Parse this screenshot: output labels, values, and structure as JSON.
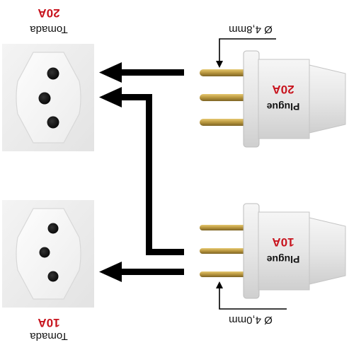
{
  "socket_top": {
    "rating": "20A",
    "name": "Tomada"
  },
  "socket_bottom": {
    "rating": "10A",
    "name": "Tomada"
  },
  "plug_top": {
    "name": "Plugue",
    "rating": "20A",
    "pin_diameter": "Ø 4,8mm"
  },
  "plug_bottom": {
    "name": "Plugue",
    "rating": "10A",
    "pin_diameter": "Ø 4,0mm"
  },
  "colors": {
    "rating": "#c8141e",
    "pin": "#b8963e",
    "arrow": "#000000"
  }
}
